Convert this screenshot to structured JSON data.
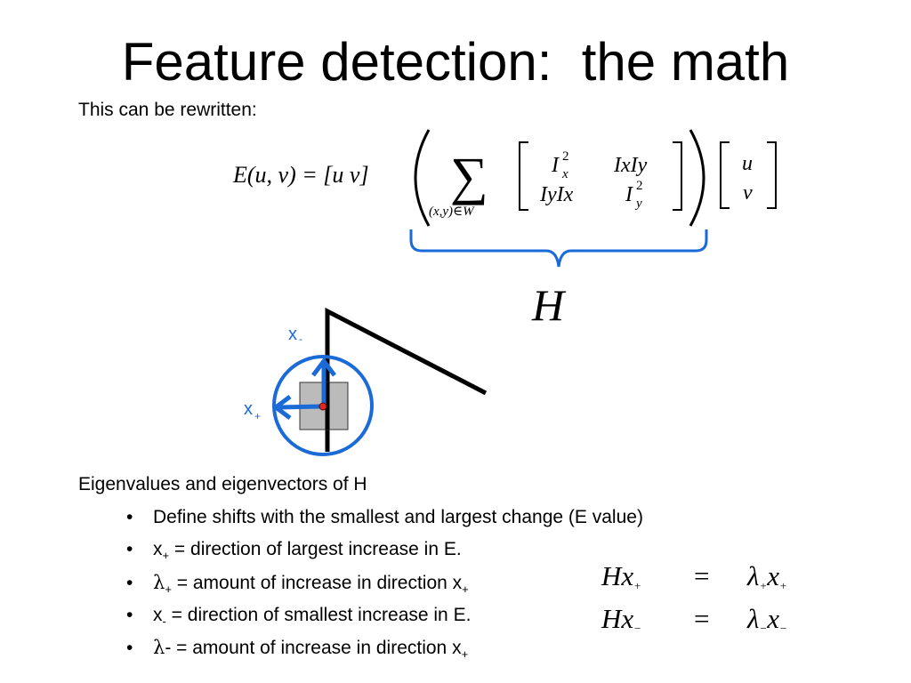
{
  "slide": {
    "title": "Feature detection:  the math",
    "intro": "This can be rewritten:"
  },
  "equation": {
    "lhs": "E(u, v) = [u  v]",
    "sum_limits": "(x,y)∈W",
    "matrix": {
      "m11_base": "I",
      "m11_sub": "x",
      "m11_sup": "2",
      "m12": "IxIy",
      "m21": "IyIx",
      "m22_base": "I",
      "m22_sub": "y",
      "m22_sup": "2"
    },
    "vec_top": "u",
    "vec_bottom": "v",
    "brace_label": "H"
  },
  "diagram": {
    "label_x_minus": "x",
    "label_x_minus_sub": "-",
    "label_x_plus": "x",
    "label_x_plus_sub": "+",
    "colors": {
      "arrow": "#1a6ad8",
      "circle": "#1a6ad8",
      "square": "#bbbbbb",
      "point": "#e0291f",
      "edges": "#000000",
      "brace": "#1a6ad8"
    }
  },
  "eigen": {
    "heading": "Eigenvalues and eigenvectors of H",
    "bullets": [
      {
        "text": "Define shifts with the smallest and largest change (E value)"
      },
      {
        "pre": "x",
        "sub": "+",
        "post": " = direction of largest increase in E."
      },
      {
        "pre": "λ",
        "sub": "+",
        "post": " = amount of increase in direction x",
        "post_sub": "+"
      },
      {
        "pre": "x",
        "sub": "-",
        "post": " = direction of smallest increase in E."
      },
      {
        "pre": "λ",
        "post": "- = amount of increase in direction x",
        "post_sub": "+"
      }
    ],
    "bullet_glyph": "•",
    "equations": [
      {
        "lhs": "Hx",
        "lhs_sub": "+",
        "eq": "=",
        "rhs_a": "λ",
        "rhs_a_sub": "+",
        "rhs_b": "x",
        "rhs_b_sub": "+"
      },
      {
        "lhs": "Hx",
        "lhs_sub": "−",
        "eq": "=",
        "rhs_a": "λ",
        "rhs_a_sub": "−",
        "rhs_b": "x",
        "rhs_b_sub": "−"
      }
    ]
  }
}
